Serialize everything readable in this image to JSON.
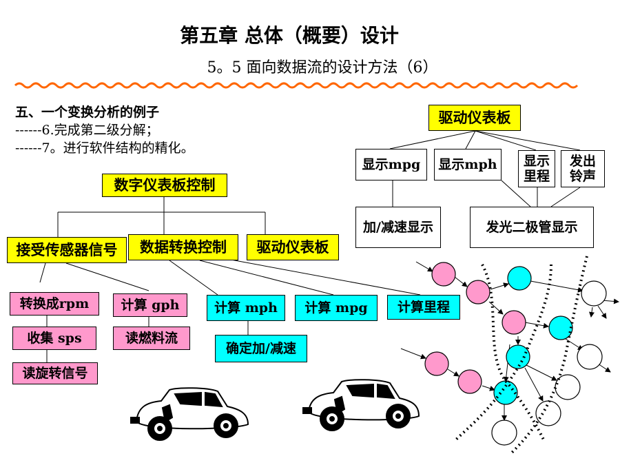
{
  "header": {
    "title": "第五章 总体（概要）设计",
    "subtitle": "5。5 面向数据流的设计方法（6）"
  },
  "intro": {
    "line1": "五、一个变换分析的例子",
    "line2": "------6.完成第二级分解；",
    "line3": "------7。进行软件结构的精化。"
  },
  "left_tree": {
    "root": "数字仪表板控制",
    "level1": [
      "接受传感器信号",
      "数据转换控制",
      "驱动仪表板"
    ],
    "sensor_children": [
      "转换成rpm",
      "收集 sps",
      "读旋转信号",
      "计算 gph",
      "读燃料流"
    ],
    "convert_children": [
      "计算 mph",
      "计算  mpg",
      "计算里程",
      "确定加/减速"
    ]
  },
  "right_tree": {
    "root": "驱动仪表板",
    "children": [
      "显示mpg",
      "显示mph",
      "显示里程",
      "发出铃声"
    ],
    "grandchildren": [
      "加/减速显示",
      "发光二极管显示"
    ]
  },
  "colors": {
    "yellow": "#ffff00",
    "pink": "#ff99cc",
    "cyan": "#00ffff",
    "wave": "#ff6600"
  },
  "icons": [
    "wavy-divider-icon",
    "car-icon",
    "car-icon",
    "dataflow-graph-icon"
  ]
}
